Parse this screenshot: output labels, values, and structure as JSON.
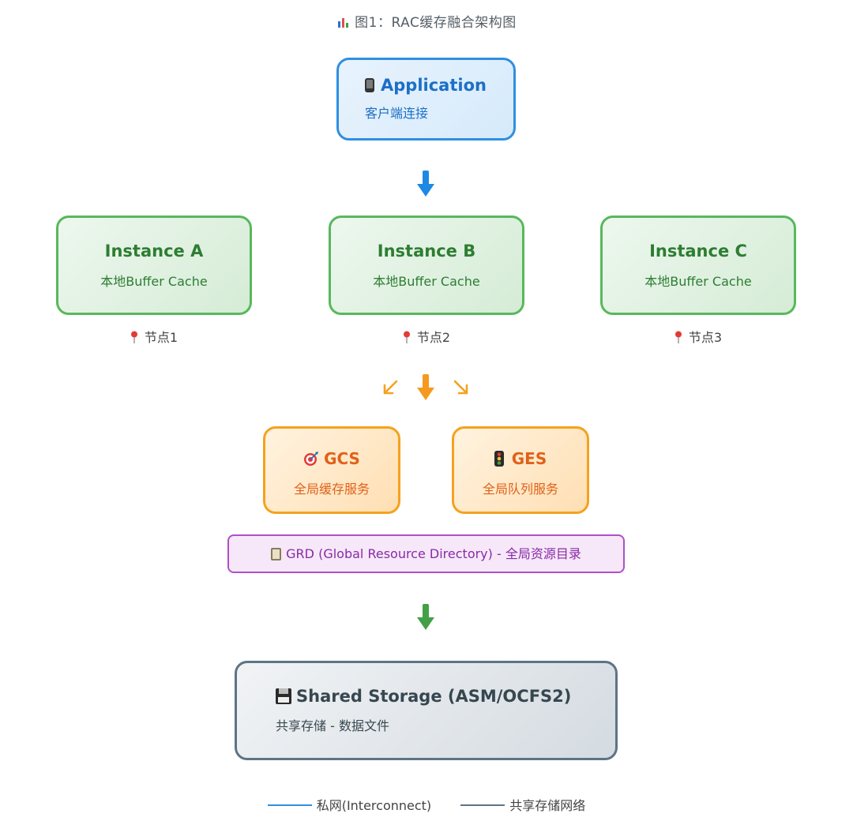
{
  "title": "图1：RAC缓存融合架构图",
  "application": {
    "title": "Application",
    "subtitle": "客户端连接",
    "icon": "mobile-phone-icon"
  },
  "instances": [
    {
      "title": "Instance A",
      "subtitle": "本地Buffer Cache",
      "node": "节点1"
    },
    {
      "title": "Instance B",
      "subtitle": "本地Buffer Cache",
      "node": "节点2"
    },
    {
      "title": "Instance C",
      "subtitle": "本地Buffer Cache",
      "node": "节点3"
    }
  ],
  "services": [
    {
      "title": "GCS",
      "subtitle": "全局缓存服务",
      "icon": "target-icon"
    },
    {
      "title": "GES",
      "subtitle": "全局队列服务",
      "icon": "traffic-light-icon"
    }
  ],
  "grd": {
    "label": "GRD (Global Resource Directory) - 全局资源目录",
    "icon": "clipboard-icon"
  },
  "storage": {
    "title": "Shared Storage (ASM/OCFS2)",
    "subtitle": "共享存储 - 数据文件",
    "icon": "floppy-disk-icon"
  },
  "legend": [
    {
      "label": "私网(Interconnect)",
      "color": "#2f8fe0"
    },
    {
      "label": "共享存储网络",
      "color": "#5e7386"
    }
  ],
  "colors": {
    "application": "#2f8fe0",
    "instance": "#58b85c",
    "service": "#f5a21e",
    "grd": "#b04fc6",
    "storage": "#5e7386"
  }
}
